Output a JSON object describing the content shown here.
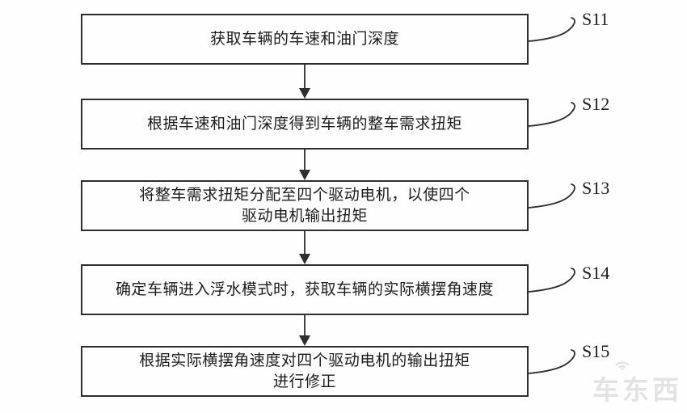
{
  "figure": {
    "type": "flowchart",
    "line_color": "#2e2e2e",
    "background": "#fefefe"
  },
  "flowchart": {
    "steps": [
      {
        "label": "S11",
        "lines": [
          "获取车辆的车速和油门深度"
        ]
      },
      {
        "label": "S12",
        "lines": [
          "根据车速和油门深度得到车辆的整车需求扭矩"
        ]
      },
      {
        "label": "S13",
        "lines": [
          "将整车需求扭矩分配至四个驱动电机，以使四个",
          "驱动电机输出扭矩"
        ]
      },
      {
        "label": "S14",
        "lines": [
          "确定车辆进入浮水模式时，获取车辆的实际横摆角速度"
        ]
      },
      {
        "label": "S15",
        "lines": [
          "根据实际横摆角速度对四个驱动电机的输出扭矩",
          "进行修正"
        ]
      }
    ]
  },
  "watermark": {
    "text": "车东西"
  }
}
